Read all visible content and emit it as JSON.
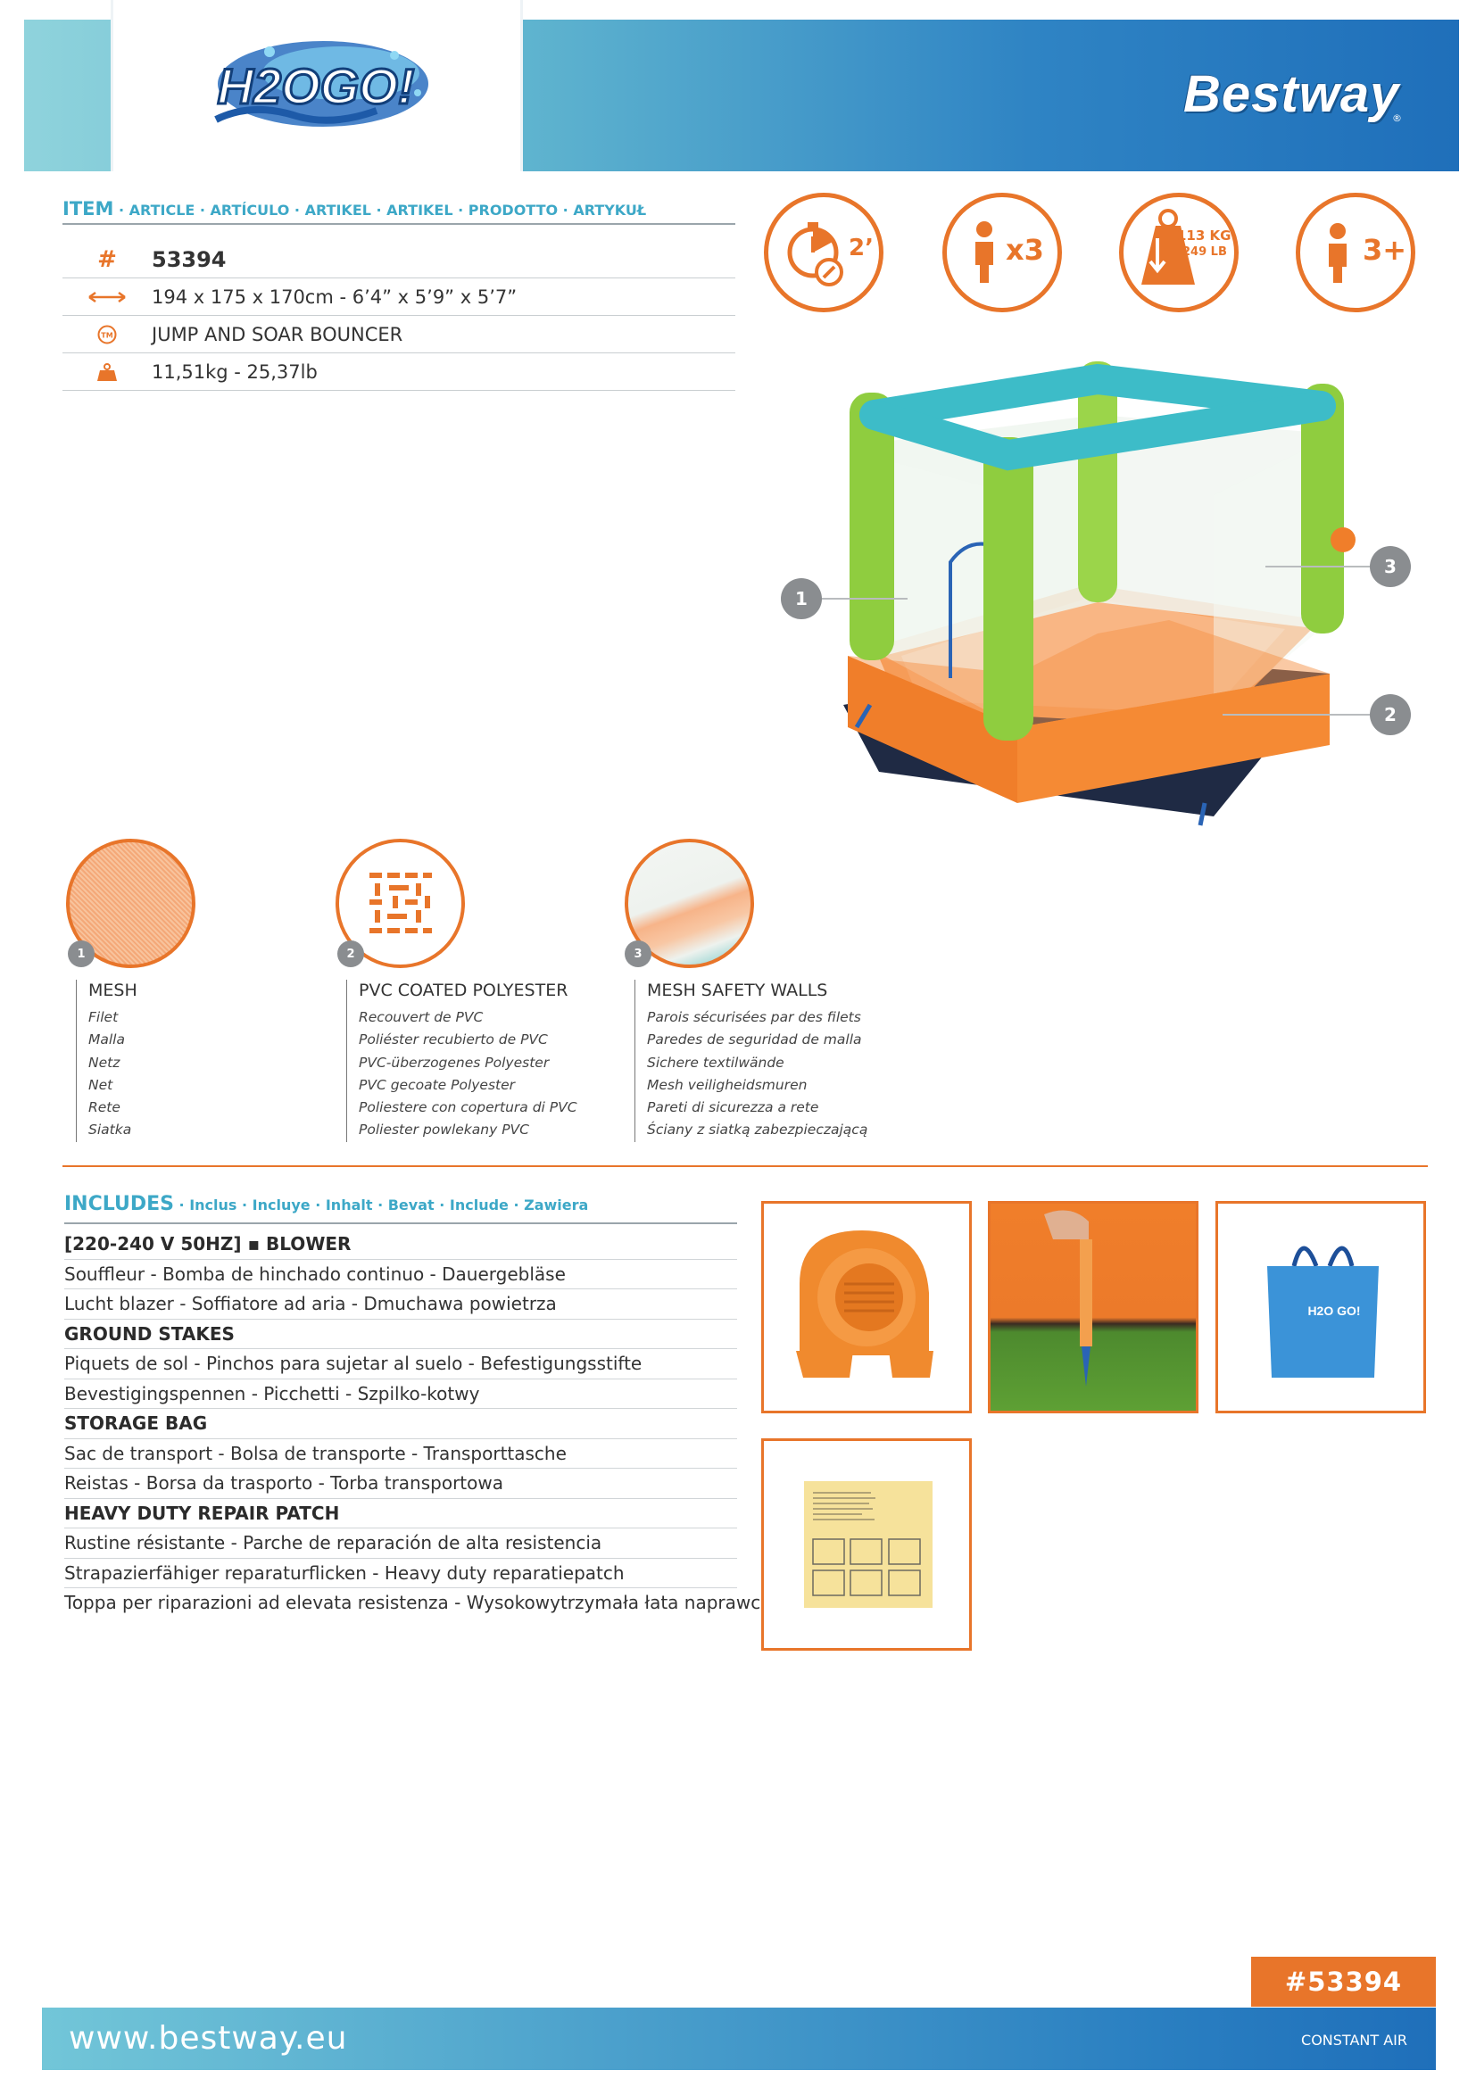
{
  "brand": {
    "logo_text": "H2OGO!",
    "company": "Bestway",
    "reg_mark": "®"
  },
  "item": {
    "title_main": "ITEM",
    "title_sub": " · ARTICLE · ARTÍCULO · ARTIKEL · ARTIKEL · PRODOTTO · ARTYKUŁ",
    "number": "53394",
    "dimensions": "194 x 175 x 170cm - 6’4” x 5’9” x 5’7”",
    "name": "JUMP AND SOAR BOUNCER",
    "weight": "11,51kg - 25,37lb",
    "tm": "TM"
  },
  "features": {
    "setup_time": "2’",
    "users": "x3",
    "max_load_kg": "113 KG",
    "max_load_lb": "249 LB",
    "age": "3+"
  },
  "callouts": [
    "1",
    "2",
    "3"
  ],
  "materials": [
    {
      "num": "1",
      "title": "MESH",
      "langs": [
        "Filet",
        "Malla",
        "Netz",
        "Net",
        "Rete",
        "Siatka"
      ]
    },
    {
      "num": "2",
      "title": "PVC COATED POLYESTER",
      "langs": [
        "Recouvert de PVC",
        "Poliéster recubierto de PVC",
        "PVC-überzogenes Polyester",
        "PVC gecoate Polyester",
        "Poliestere con copertura di PVC",
        "Poliester powlekany PVC"
      ]
    },
    {
      "num": "3",
      "title": "MESH SAFETY WALLS",
      "langs": [
        "Parois sécurisées par des filets",
        "Paredes de seguridad de malla",
        "Sichere textilwände",
        "Mesh veiligheidsmuren",
        "Pareti di sicurezza a rete",
        "Ściany z siatką zabezpieczającą"
      ]
    }
  ],
  "includes": {
    "title_main": "INCLUDES",
    "title_sub": " · Inclus · Incluye · Inhalt · Bevat · Include · Zawiera",
    "rows": [
      "[220-240 V 50HZ] ▪ BLOWER",
      "Souffleur - Bomba de hinchado continuo - Dauergebläse",
      "Lucht blazer - Soffiatore ad aria - Dmuchawa powietrza",
      "GROUND STAKES",
      "Piquets de sol - Pinchos para sujetar al suelo - Befestigungsstifte",
      "Bevestigingspennen - Picchetti - Szpilko-kotwy",
      "STORAGE BAG",
      "Sac de transport - Bolsa de transporte - Transporttasche",
      "Reistas - Borsa da trasporto - Torba transportowa",
      "HEAVY DUTY REPAIR PATCH",
      "Rustine résistante - Parche de reparación de alta resistencia",
      "Strapazierfähiger reparaturflicken - Heavy duty reparatiepatch",
      "Toppa per riparazioni ad elevata resistenza - Wysokowytrzymała łata naprawcza"
    ],
    "bag_logo": "H2O GO!"
  },
  "footer": {
    "code": "#53394",
    "url": "www.bestway.eu",
    "air_type": "CONSTANT AIR"
  },
  "colors": {
    "accent_orange": "#e8752a",
    "title_blue": "#3da8c7",
    "header_blue": "#1f6fba"
  }
}
